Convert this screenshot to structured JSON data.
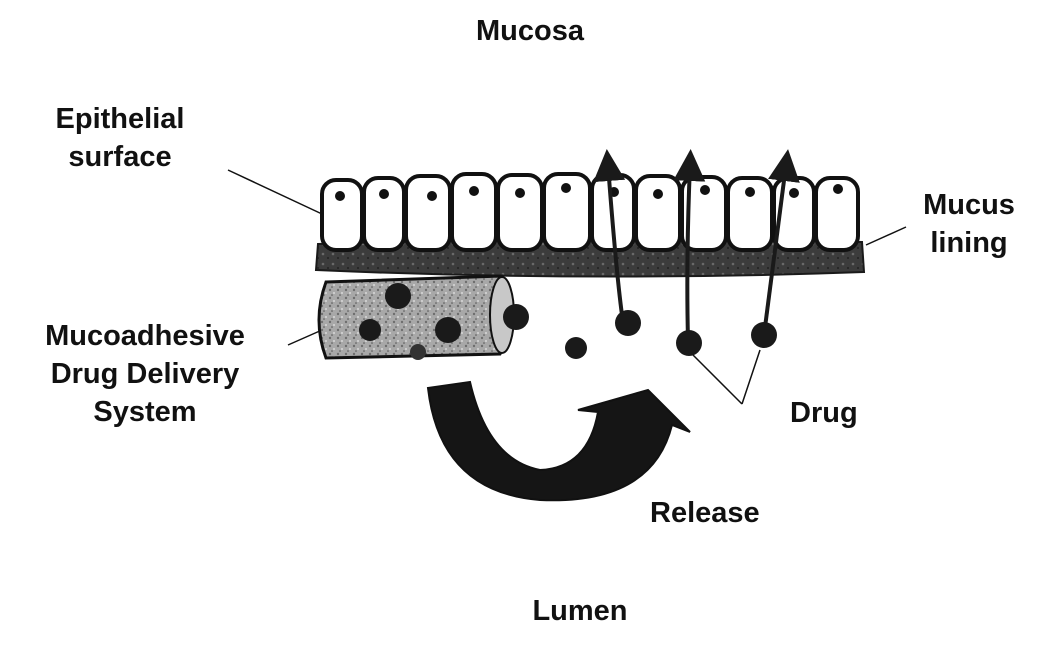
{
  "labels": {
    "mucosa": "Mucosa",
    "epithelial_line1": "Epithelial",
    "epithelial_line2": "surface",
    "mucus_line1": "Mucus",
    "mucus_line2": "lining",
    "system_line1": "Mucoadhesive",
    "system_line2": "Drug Delivery",
    "system_line3": "System",
    "drug": "Drug",
    "release": "Release",
    "lumen": "Lumen"
  },
  "colors": {
    "ink": "#111111",
    "cell_fill": "#ffffff",
    "mucus": "#3c3c3c",
    "capsule": "#9a9a9a",
    "drug": "#1a1a1a"
  },
  "icons": [
    "release-arrow-icon",
    "drug-absorption-arrow-icon"
  ]
}
